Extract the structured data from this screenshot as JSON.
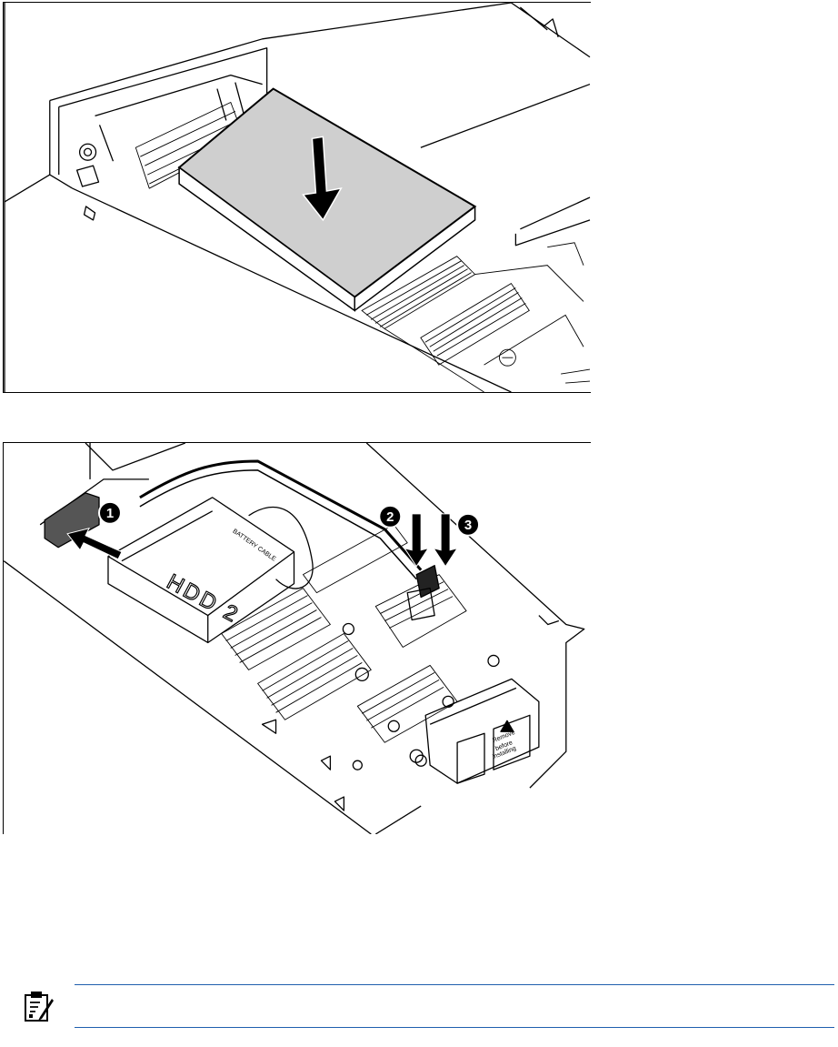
{
  "figures": [
    {
      "id": "figure-1",
      "content": "line illustration: component placed into server blade chassis with downward arrow"
    },
    {
      "id": "figure-2",
      "content": "line illustration: cable routing in server blade with numbered callouts"
    }
  ],
  "callouts": {
    "one": "1",
    "two": "2",
    "three": "3"
  },
  "labels": {
    "hdd": "HDD 2",
    "battery_cable": "BATTERY CABLE",
    "warning_l1": "Remove",
    "warning_l2": "before",
    "warning_l3": "installing"
  },
  "note": {
    "icon": "important-clipboard-icon",
    "rule_color": "#1f5fae"
  }
}
